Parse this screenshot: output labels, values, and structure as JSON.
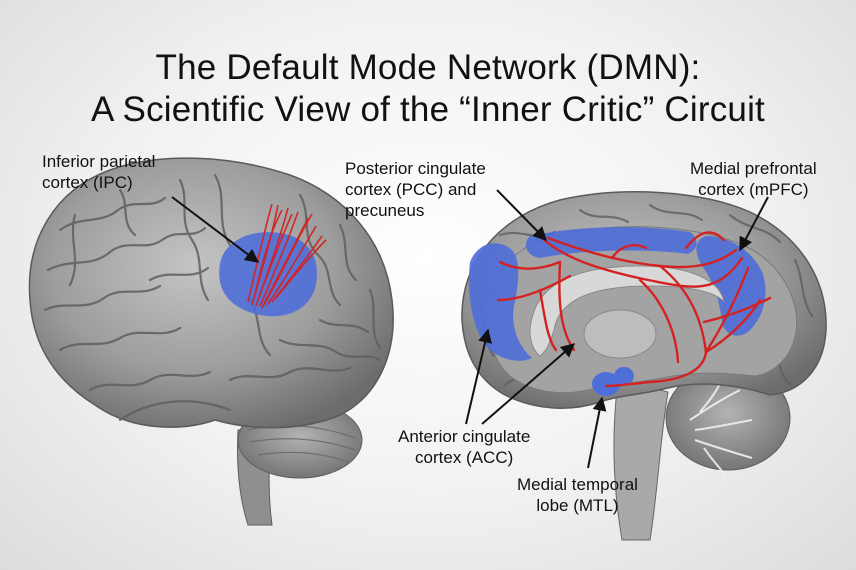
{
  "title": {
    "line1": "The Default Mode Network (DMN):",
    "line2": "A Scientific View of the “Inner Critic” Circuit"
  },
  "labels": {
    "ipc": [
      "Inferior parietal",
      "cortex (IPC)"
    ],
    "pcc": [
      "Posterior cingulate",
      "cortex (PCC) and",
      "precuneus"
    ],
    "mpfc": [
      "Medial prefrontal",
      "cortex (mPFC)"
    ],
    "acc": [
      "Anterior cingulate",
      "cortex (ACC)"
    ],
    "mtl": [
      "Medial temporal",
      "lobe (MTL)"
    ]
  },
  "colors": {
    "brain": "#9a9a9a",
    "brain_shadow": "#6e6e6e",
    "region_highlight": "#4f6fd8",
    "tracts": "#d42222",
    "label_text": "#111111"
  }
}
